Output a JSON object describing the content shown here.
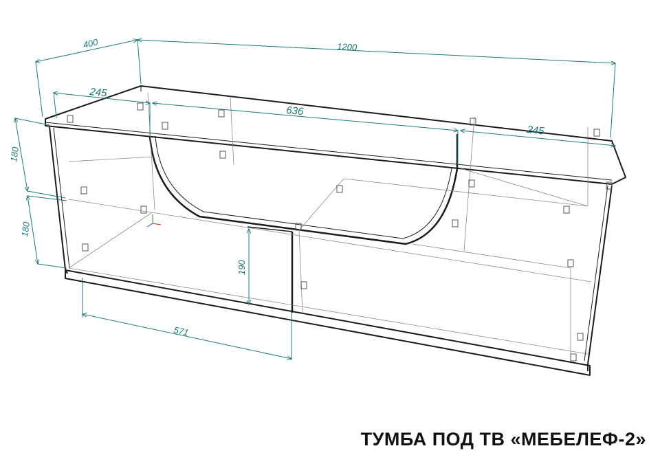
{
  "title": "ТУМБА ПОД ТВ «МЕБЕЛЕФ-2»",
  "dimensions": {
    "depth": "400",
    "width": "1200",
    "left_section": "245",
    "middle_section": "636",
    "right_section": "245",
    "upper_height": "180",
    "lower_height": "180",
    "drawer_height": "190",
    "drawer_width": "571"
  },
  "colors": {
    "outline": "#1a1a1a",
    "thin_line": "#8a8a8a",
    "dimension": "#1f7a7a"
  }
}
